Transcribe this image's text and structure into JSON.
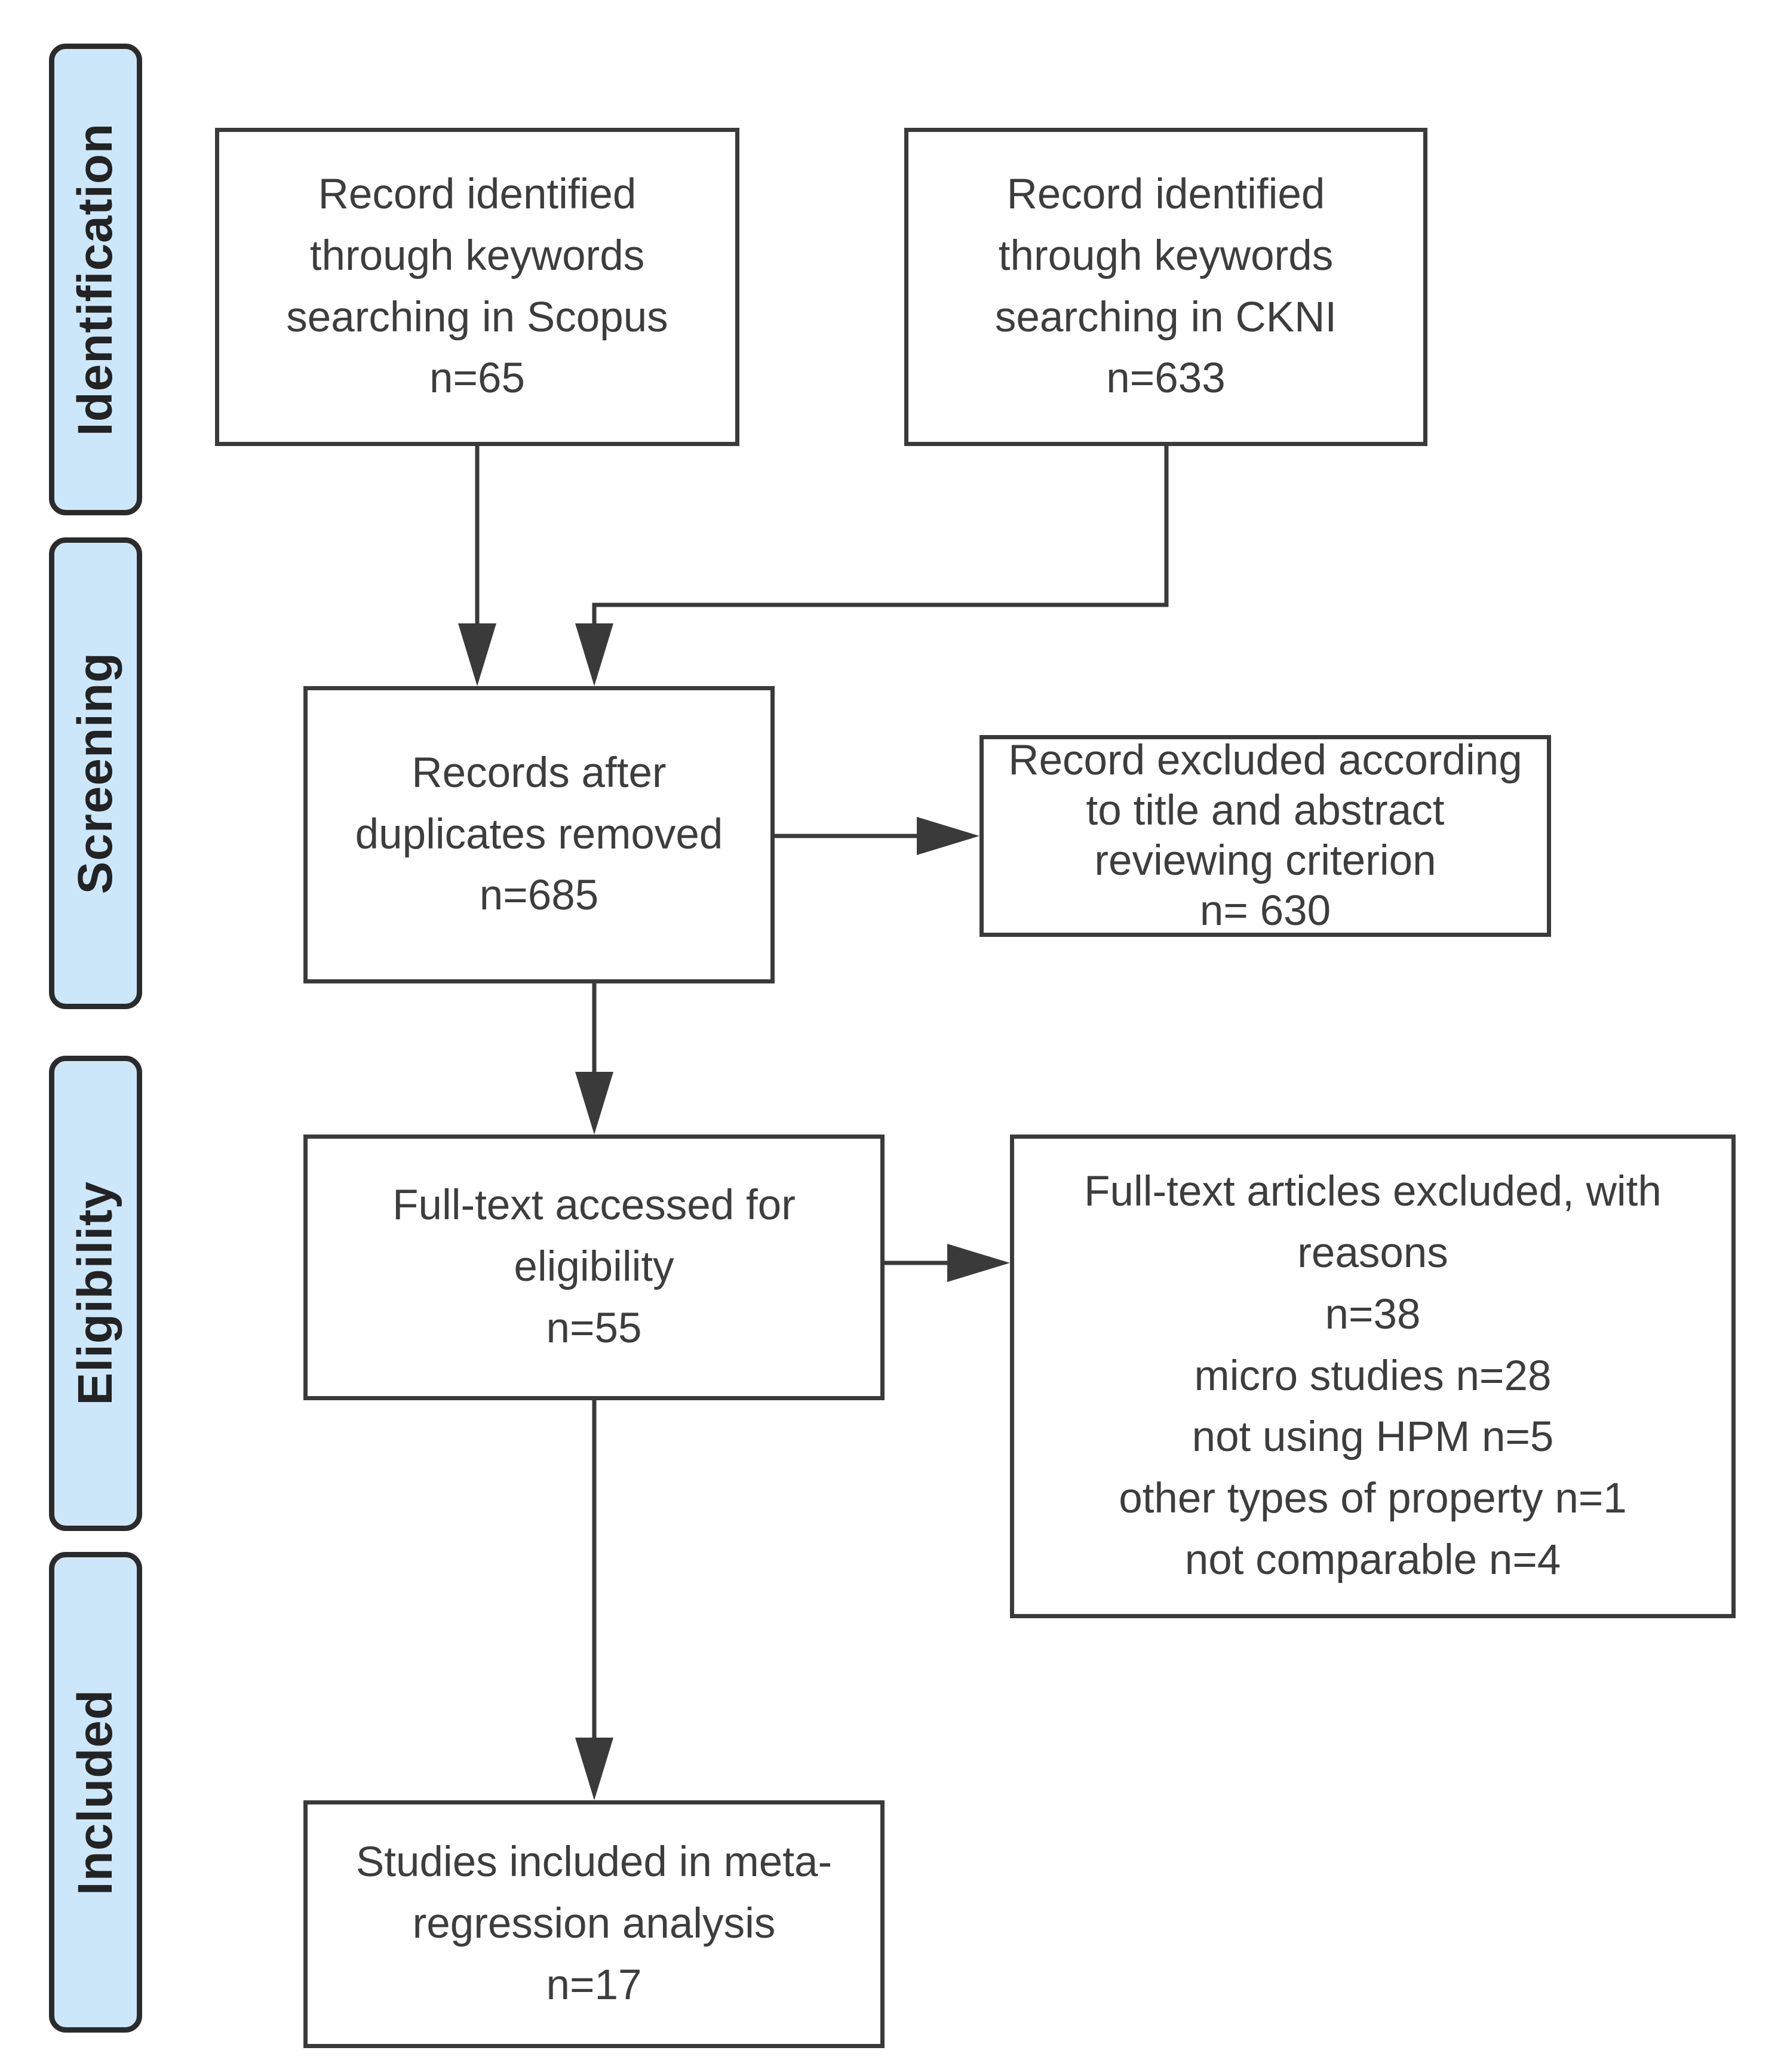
{
  "sidebar": {
    "labels": [
      "Identification",
      "Screening",
      "Eligibility",
      "Included"
    ],
    "fill_color": "#cde7fa",
    "border_color": "#2b2b2b"
  },
  "boxes": {
    "scopus": "Record identified\nthrough keywords\nsearching in Scopus\nn=65",
    "cnki": "Record identified\nthrough keywords\nsearching in CKNI\nn=633",
    "duplicates": "Records after\nduplicates removed\nn=685",
    "title_abstract_excluded": "Record excluded according\nto title and abstract\nreviewing criterion\nn= 630",
    "fulltext": "Full-text accessed for\neligibility\nn=55",
    "fulltext_excluded": "Full-text articles excluded, with\nreasons\nn=38\nmicro studies n=28\nnot using HPM n=5\nother types of property n=1\nnot comparable n=4",
    "included": "Studies included in meta-\nregression analysis\nn=17"
  },
  "colors": {
    "background": "#ffffff",
    "box_border": "#3a3a3a",
    "box_fill": "#ffffff",
    "text": "#3d3d3d",
    "arrow": "#3a3a3a",
    "stage_fill": "#cde7fa",
    "stage_border": "#2b2b2b"
  }
}
